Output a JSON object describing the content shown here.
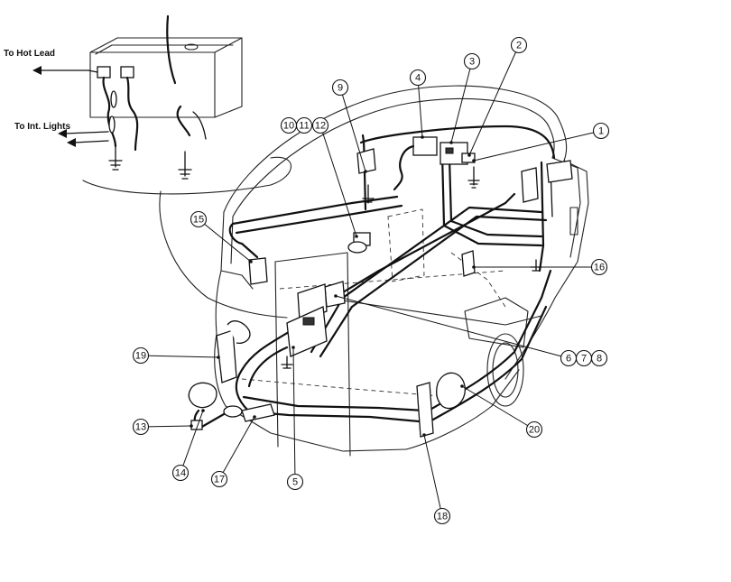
{
  "inset": {
    "labels": {
      "hot_lead": "To Hot Lead",
      "int_lights": "To Int. Lights"
    }
  },
  "callouts": [
    {
      "id": "c1",
      "text": "1"
    },
    {
      "id": "c2",
      "text": "2"
    },
    {
      "id": "c3",
      "text": "3"
    },
    {
      "id": "c4",
      "text": "4"
    },
    {
      "id": "c5",
      "text": "5"
    },
    {
      "id": "c6",
      "text": "6"
    },
    {
      "id": "c7",
      "text": "7"
    },
    {
      "id": "c8",
      "text": "8"
    },
    {
      "id": "c9",
      "text": "9"
    },
    {
      "id": "c10",
      "text": "10"
    },
    {
      "id": "c11",
      "text": "11"
    },
    {
      "id": "c12",
      "text": "12"
    },
    {
      "id": "c13",
      "text": "13"
    },
    {
      "id": "c14",
      "text": "14"
    },
    {
      "id": "c15",
      "text": "15"
    },
    {
      "id": "c16",
      "text": "16"
    },
    {
      "id": "c17",
      "text": "17"
    },
    {
      "id": "c18",
      "text": "18"
    },
    {
      "id": "c19",
      "text": "19"
    },
    {
      "id": "c20",
      "text": "20"
    }
  ]
}
